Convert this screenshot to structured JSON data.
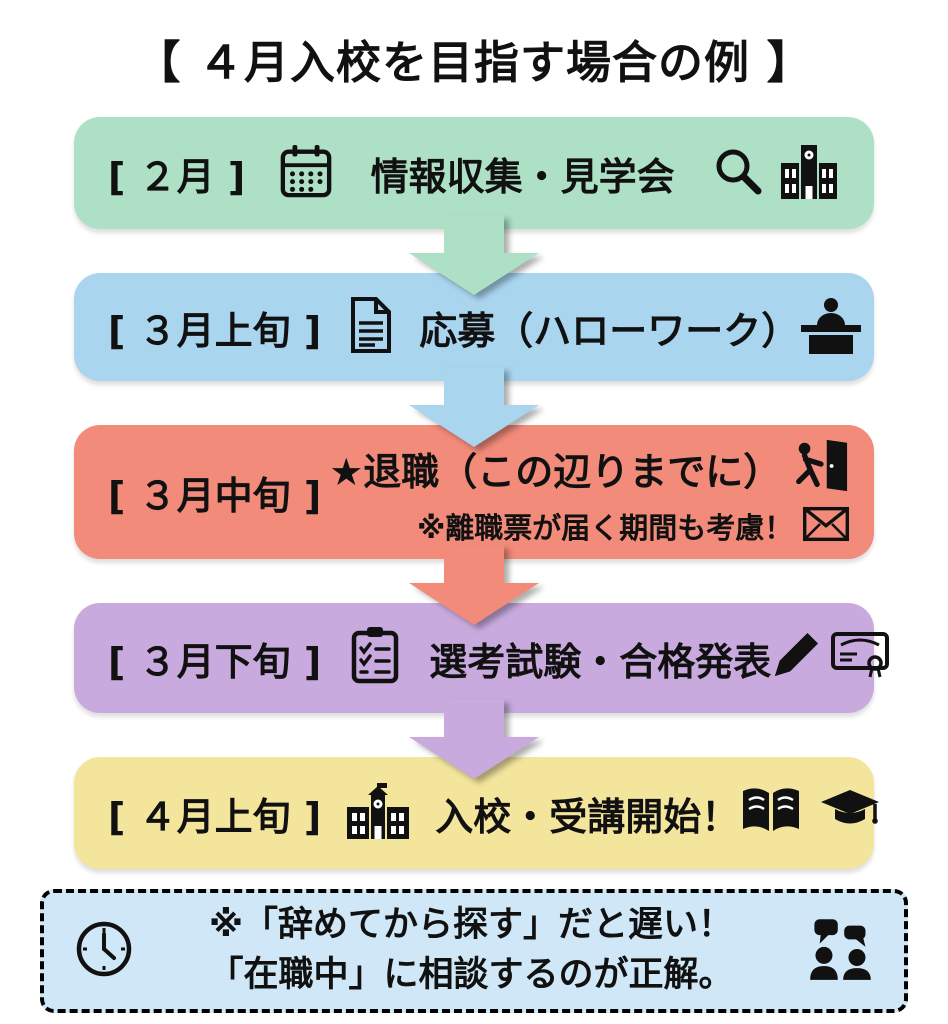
{
  "title": "【 ４月入校を目指す場合の例 】",
  "steps": [
    {
      "label": "[ ２月 ]",
      "text": "情報収集・見学会",
      "color": "#aee0c6",
      "icons": [
        "calendar-icon",
        "search-icon",
        "school-building-icon"
      ]
    },
    {
      "label": "[ ３月上旬 ]",
      "text": "応募（ハローワーク）",
      "color": "#a9d5ef",
      "icons": [
        "document-icon",
        "reception-desk-icon"
      ]
    },
    {
      "label": "[ ３月中旬 ]",
      "text": "★退職（この辺りまでに）",
      "subtext": "※離職票が届く期間も考慮！",
      "color": "#f28b7a",
      "icons": [
        "exit-door-icon",
        "envelope-icon"
      ]
    },
    {
      "label": "[ ３月下旬 ]",
      "text": "選考試験・合格発表",
      "color": "#c9aade",
      "icons": [
        "checklist-icon",
        "pencil-icon",
        "certificate-icon"
      ]
    },
    {
      "label": "[ ４月上旬 ]",
      "text": "入校・受講開始！",
      "color": "#f3e59c",
      "icons": [
        "school-icon",
        "open-book-icon",
        "graduation-cap-icon"
      ]
    }
  ],
  "note": {
    "line1": "※「辞めてから探す」だと遅い！",
    "line2": "「在職中」に相談するのが正解。",
    "bg_color": "#cfe7f6",
    "icons": [
      "clock-icon",
      "people-chat-icon"
    ]
  },
  "colors": {
    "text": "#111111",
    "background": "#ffffff"
  }
}
